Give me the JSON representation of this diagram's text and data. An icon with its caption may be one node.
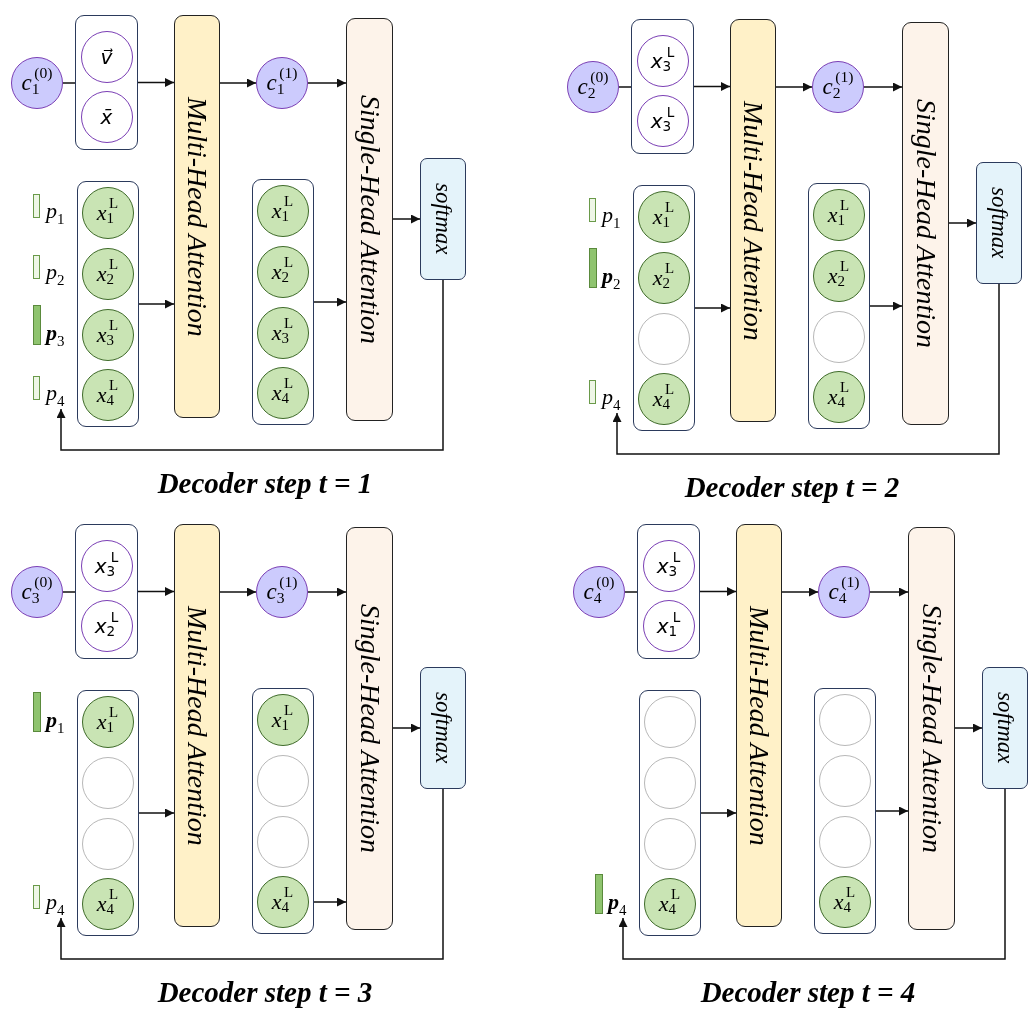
{
  "diagram": {
    "nodes": [
      {
        "text": [
          "c$_{1}$$^{(0)}$"
        ]
      },
      {
        "text": [],
        "shape": "box"
      },
      {
        "text": [
          "v⃗"
        ],
        "in": 1
      },
      {
        "text": [
          "x̄"
        ],
        "in": 1
      },
      {
        "text": [
          "Multi-Head Attention"
        ]
      },
      {
        "text": [
          "c$_{1}$$^{(1)}$"
        ]
      },
      {
        "text": [
          "Single-Head Attention"
        ]
      },
      {
        "text": [],
        "shape": "box"
      },
      {
        "text": [
          "x$_{1}$$^{L}$"
        ],
        "in": 7
      },
      {
        "text": [
          "x$_{2}$$^{L}$"
        ],
        "in": 7
      },
      {
        "text": [
          "x$_{3}$$^{L}$"
        ],
        "in": 7
      },
      {
        "text": [
          "x$_{4}$$^{L}$"
        ],
        "in": 7
      },
      {
        "text": [],
        "shape": "box"
      },
      {
        "text": [
          "x$_{1}$$^{L}$"
        ],
        "in": 12
      },
      {
        "text": [
          "x$_{2}$$^{L}$"
        ],
        "in": 12
      },
      {
        "text": [
          "x$_{3}$$^{L}$"
        ],
        "in": 12
      },
      {
        "text": [
          "x$_{4}$$^{L}$"
        ],
        "in": 12
      },
      {
        "text": [
          "softmax"
        ]
      },
      {
        "text": [
          "p$_{4}$"
        ]
      },
      {
        "text": [
          "c$_{2}$$^{(0)}$"
        ]
      },
      {
        "text": [],
        "shape": "box"
      },
      {
        "text": [
          "x$_{3}$$^{L}$"
        ],
        "in": 20
      },
      {
        "text": [
          "x$_{3}$$^{L}$"
        ],
        "in": 20
      },
      {
        "text": [
          "Multi-Head Attention"
        ]
      },
      {
        "text": [
          "c$_{2}$$^{(1)}$"
        ]
      },
      {
        "text": [
          "Single-Head Attention"
        ]
      },
      {
        "text": [],
        "shape": "box"
      },
      {
        "text": [
          "x$_{1}$$^{L}$"
        ],
        "in": 26
      },
      {
        "text": [
          "x$_{2}$$^{L}$"
        ],
        "in": 26
      },
      {
        "text": [],
        "shape": "circle",
        "in": 26
      },
      {
        "text": [
          "x$_{4}$$^{L}$"
        ],
        "in": 26
      },
      {
        "text": [],
        "shape": "box"
      },
      {
        "text": [
          "x$_{1}$$^{L}$"
        ],
        "in": 31
      },
      {
        "text": [
          "x$_{2}$$^{L}$"
        ],
        "in": 31
      },
      {
        "text": [],
        "shape": "circle",
        "in": 31
      },
      {
        "text": [
          "x$_{4}$$^{L}$"
        ],
        "in": 31
      },
      {
        "text": [
          "softmax"
        ]
      },
      {
        "text": [
          "p$_{4}$"
        ]
      },
      {
        "text": [
          "c$_{3}$$^{(0)}$"
        ]
      },
      {
        "text": [],
        "shape": "box"
      },
      {
        "text": [
          "x$_{3}$$^{L}$"
        ],
        "in": 39
      },
      {
        "text": [
          "x$_{2}$$^{L}$"
        ],
        "in": 39
      },
      {
        "text": [
          "Multi-Head Attention"
        ]
      },
      {
        "text": [
          "c$_{3}$$^{(1)}$"
        ]
      },
      {
        "text": [
          "Single-Head Attention"
        ]
      },
      {
        "text": [],
        "shape": "box"
      },
      {
        "text": [
          "x$_{1}$$^{L}$"
        ],
        "in": 45
      },
      {
        "text": [],
        "shape": "circle",
        "in": 45
      },
      {
        "text": [],
        "shape": "circle",
        "in": 45
      },
      {
        "text": [
          "x$_{4}$$^{L}$"
        ],
        "in": 45
      },
      {
        "text": [],
        "shape": "box"
      },
      {
        "text": [
          "x$_{1}$$^{L}$"
        ],
        "in": 50
      },
      {
        "text": [],
        "shape": "circle",
        "in": 50
      },
      {
        "text": [],
        "shape": "circle",
        "in": 50
      },
      {
        "text": [
          "x$_{4}$$^{L}$"
        ],
        "in": 50
      },
      {
        "text": [
          "softmax"
        ]
      },
      {
        "text": [
          "p$_{4}$"
        ]
      },
      {
        "text": [
          "c$_{4}$$^{(0)}$"
        ]
      },
      {
        "text": [],
        "shape": "box"
      },
      {
        "text": [
          "x$_{3}$$^{L}$"
        ],
        "in": 58
      },
      {
        "text": [
          "x$_{1}$$^{L}$"
        ],
        "in": 58
      },
      {
        "text": [
          "Multi-Head Attention"
        ]
      },
      {
        "text": [
          "c$_{4}$$^{(1)}$"
        ]
      },
      {
        "text": [
          "Single-Head Attention"
        ]
      },
      {
        "text": [],
        "shape": "box"
      },
      {
        "text": [],
        "shape": "circle",
        "in": 64
      },
      {
        "text": [],
        "shape": "circle",
        "in": 64
      },
      {
        "text": [],
        "shape": "circle",
        "in": 64
      },
      {
        "text": [
          "x$_{4}$$^{L}$"
        ],
        "in": 64
      },
      {
        "text": [],
        "shape": "box"
      },
      {
        "text": [],
        "shape": "circle",
        "in": 69
      },
      {
        "text": [],
        "shape": "circle",
        "in": 69
      },
      {
        "text": [],
        "shape": "circle",
        "in": 69
      },
      {
        "text": [
          "x$_{4}$$^{L}$"
        ],
        "in": 69
      },
      {
        "text": [
          "softmax"
        ]
      },
      {
        "text": [
          "**p**$_{4}$"
        ]
      }
    ],
    "edges": [
      {
        "from": 0,
        "to": 1,
        "arrow": "none"
      },
      {
        "from": 1,
        "to": 4,
        "arrow": "to"
      },
      {
        "from": 4,
        "to": 5,
        "arrow": "to"
      },
      {
        "from": 5,
        "to": 6,
        "arrow": "to"
      },
      {
        "from": 7,
        "to": 4,
        "arrow": "to"
      },
      {
        "from": 12,
        "to": 6,
        "arrow": "to"
      },
      {
        "from": 6,
        "to": 17,
        "arrow": "to"
      },
      {
        "from": 17,
        "to": 18,
        "arrow": "to"
      },
      {
        "from": 19,
        "to": 20,
        "arrow": "none"
      },
      {
        "from": 20,
        "to": 23,
        "arrow": "to"
      },
      {
        "from": 23,
        "to": 24,
        "arrow": "to"
      },
      {
        "from": 24,
        "to": 25,
        "arrow": "to"
      },
      {
        "from": 26,
        "to": 23,
        "arrow": "to"
      },
      {
        "from": 31,
        "to": 25,
        "arrow": "to"
      },
      {
        "from": 25,
        "to": 36,
        "arrow": "to"
      },
      {
        "from": 36,
        "to": 37,
        "arrow": "to"
      },
      {
        "from": 38,
        "to": 39,
        "arrow": "none"
      },
      {
        "from": 39,
        "to": 42,
        "arrow": "to"
      },
      {
        "from": 42,
        "to": 43,
        "arrow": "to"
      },
      {
        "from": 43,
        "to": 44,
        "arrow": "to"
      },
      {
        "from": 45,
        "to": 42,
        "arrow": "to"
      },
      {
        "from": 54,
        "to": 44,
        "arrow": "to"
      },
      {
        "from": 44,
        "to": 55,
        "arrow": "to"
      },
      {
        "from": 55,
        "to": 56,
        "arrow": "to"
      },
      {
        "from": 57,
        "to": 58,
        "arrow": "none"
      },
      {
        "from": 58,
        "to": 61,
        "arrow": "to"
      },
      {
        "from": 61,
        "to": 62,
        "arrow": "to"
      },
      {
        "from": 62,
        "to": 63,
        "arrow": "to"
      },
      {
        "from": 64,
        "to": 61,
        "arrow": "to"
      },
      {
        "from": 69,
        "to": 63,
        "arrow": "to"
      },
      {
        "from": 63,
        "to": 74,
        "arrow": "to"
      },
      {
        "from": 74,
        "to": 75,
        "arrow": "to"
      }
    ],
    "labels": [
      "p$_{1}$",
      "p$_{2}$",
      "**p**$_{3}$",
      "Decoder step t = 1",
      "p$_{1}$",
      "**p**$_{2}$",
      "Decoder step t = 2",
      "**p**$_{1}$",
      "Decoder step t = 3",
      "Decoder step t = 4"
    ]
  }
}
